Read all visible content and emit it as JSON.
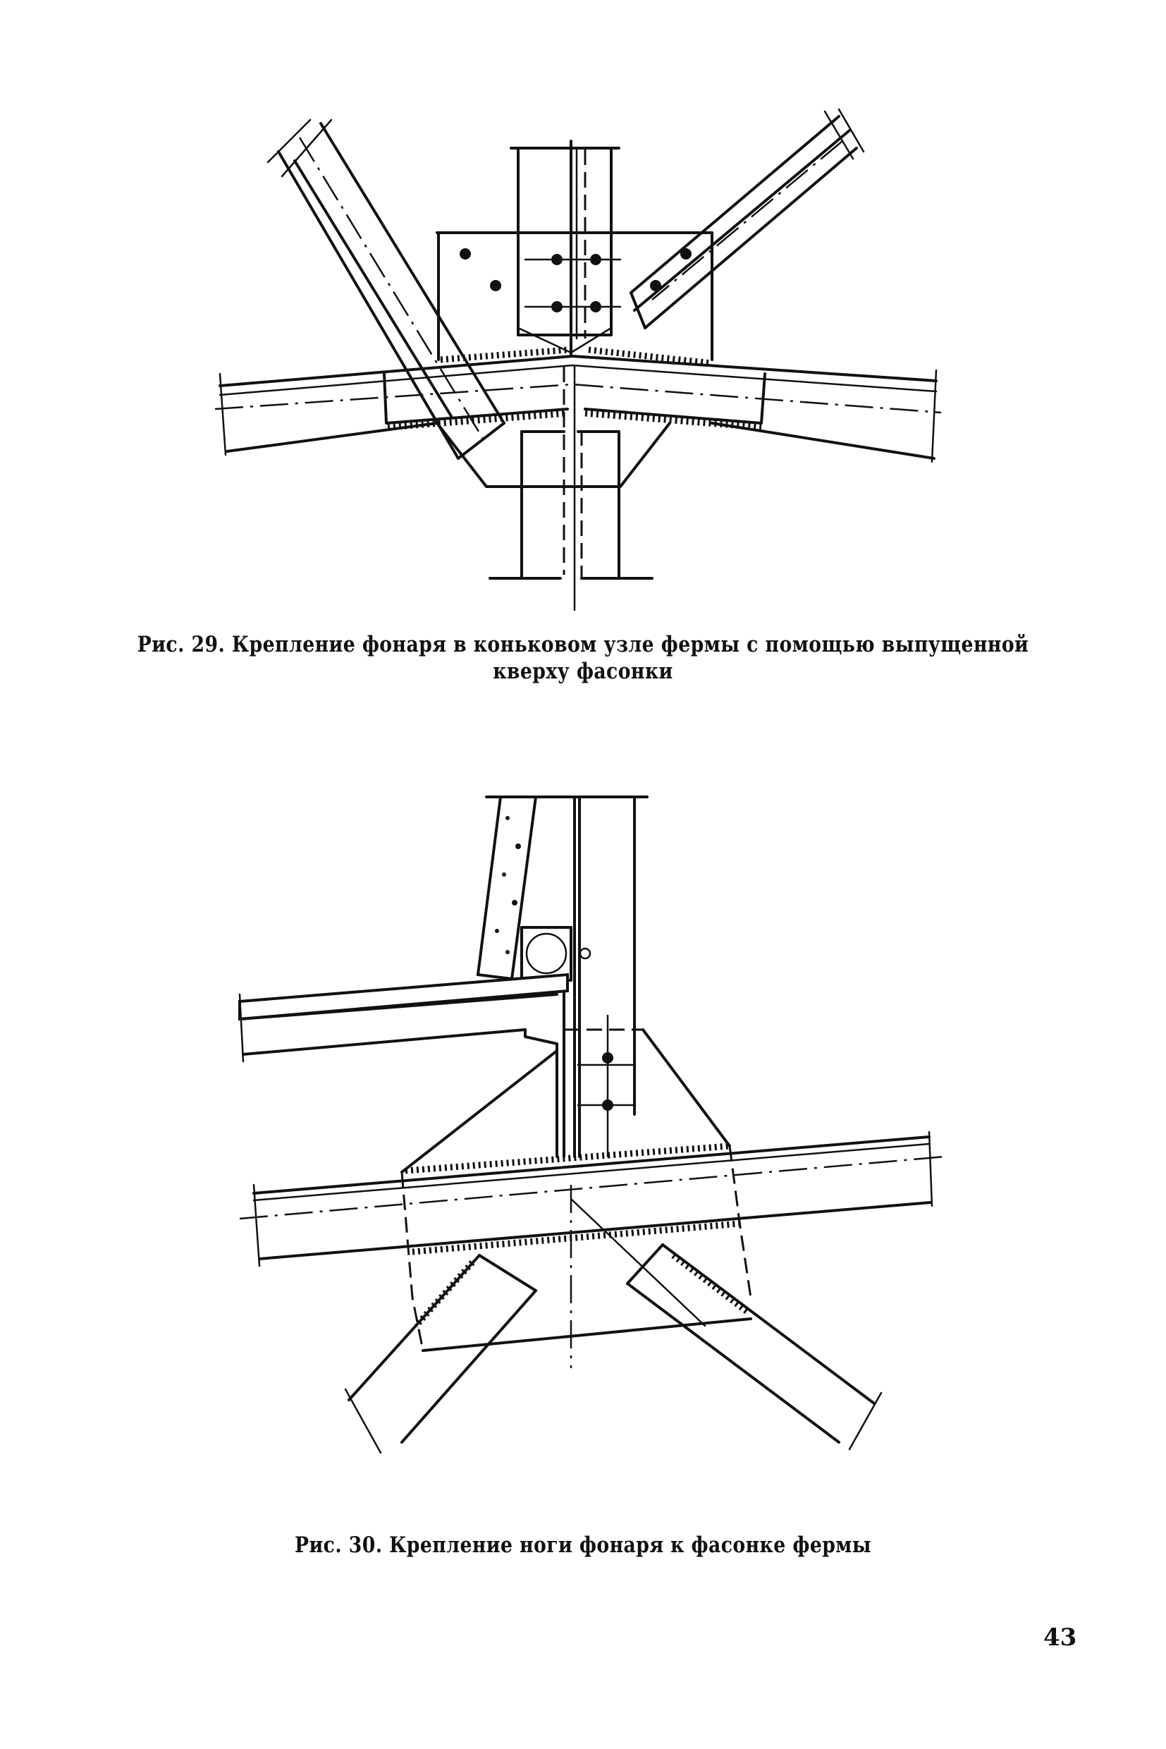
{
  "page": {
    "page_number": "43",
    "figures": [
      {
        "id": "fig-29",
        "caption_line1": "Рис. 29. Крепление фонаря в коньковом узле фермы с помощью выпущенной",
        "caption_line2": "кверху фасонки",
        "drawing": "ridge-node-skylight-attachment"
      },
      {
        "id": "fig-30",
        "caption_line1": "Рис. 30. Крепление ноги фонаря к фасонке фермы",
        "drawing": "skylight-leg-to-truss-gusset"
      }
    ]
  }
}
